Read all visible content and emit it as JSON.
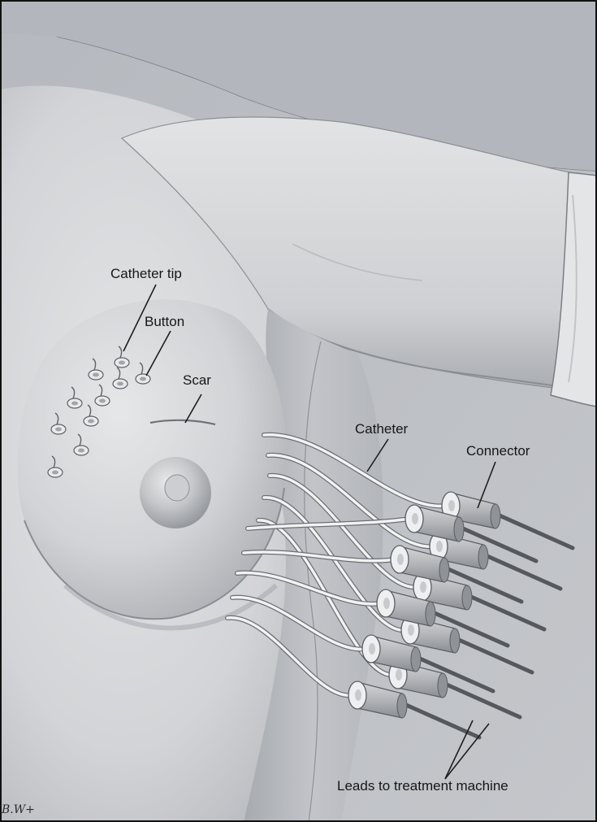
{
  "labels": {
    "catheter_tip": "Catheter tip",
    "button": "Button",
    "scar": "Scar",
    "catheter": "Catheter",
    "connector": "Connector",
    "leads": "Leads to treatment machine"
  },
  "signature": "B.W+",
  "colors": {
    "background": "#b9bcc1",
    "skin": "#d8d9dc",
    "skin_shadow": "#9ea2a8",
    "sleeve": "#e4e5e7",
    "catheter": "#f2f2f2",
    "connector": "#b7b9bd",
    "lead": "#55585d",
    "frame": "#111111"
  }
}
